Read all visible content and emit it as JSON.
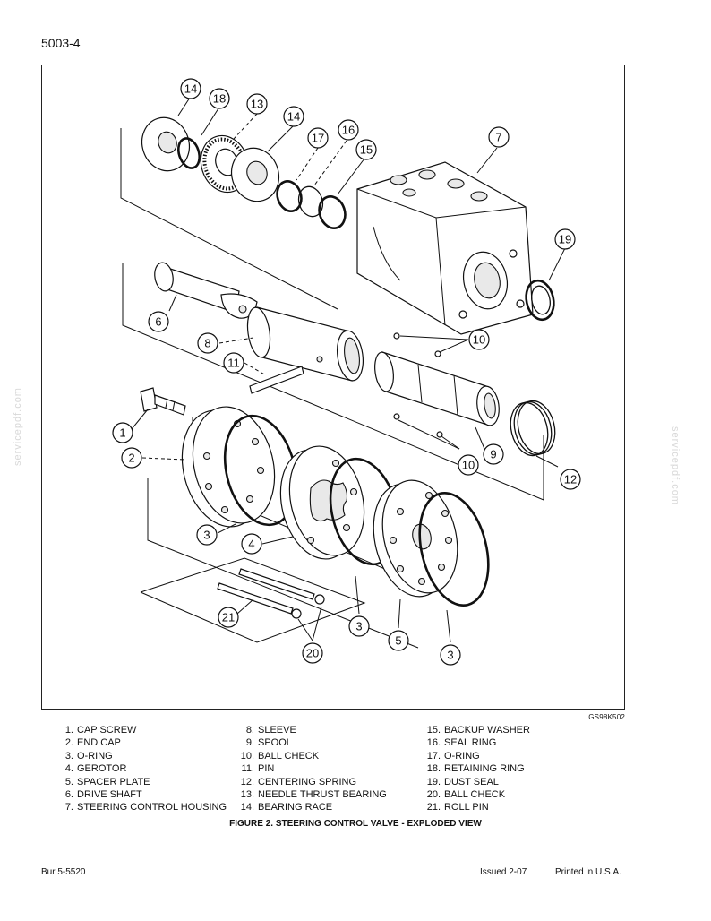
{
  "header": {
    "page_number": "5003-4"
  },
  "figure": {
    "code": "GS98K502",
    "caption": "FIGURE 2. STEERING CONTROL VALVE - EXPLODED VIEW",
    "callouts": [
      "14",
      "18",
      "13",
      "14",
      "17",
      "16",
      "15",
      "7",
      "19",
      "6",
      "8",
      "10",
      "11",
      "1",
      "2",
      "10",
      "9",
      "12",
      "3",
      "4",
      "21",
      "20",
      "3",
      "5",
      "3"
    ]
  },
  "legend": {
    "col1": [
      {
        "num": "1.",
        "label": "CAP SCREW"
      },
      {
        "num": "2.",
        "label": "END CAP"
      },
      {
        "num": "3.",
        "label": "O-RING"
      },
      {
        "num": "4.",
        "label": "GEROTOR"
      },
      {
        "num": "5.",
        "label": "SPACER PLATE"
      },
      {
        "num": "6.",
        "label": "DRIVE SHAFT"
      },
      {
        "num": "7.",
        "label": "STEERING CONTROL HOUSING"
      }
    ],
    "col2": [
      {
        "num": "8.",
        "label": "SLEEVE"
      },
      {
        "num": "9.",
        "label": "SPOOL"
      },
      {
        "num": "10.",
        "label": "BALL CHECK"
      },
      {
        "num": "11.",
        "label": "PIN"
      },
      {
        "num": "12.",
        "label": "CENTERING SPRING"
      },
      {
        "num": "13.",
        "label": "NEEDLE THRUST BEARING"
      },
      {
        "num": "14.",
        "label": "BEARING RACE"
      }
    ],
    "col3": [
      {
        "num": "15.",
        "label": "BACKUP WASHER"
      },
      {
        "num": "16.",
        "label": "SEAL RING"
      },
      {
        "num": "17.",
        "label": "O-RING"
      },
      {
        "num": "18.",
        "label": "RETAINING RING"
      },
      {
        "num": "19.",
        "label": "DUST SEAL"
      },
      {
        "num": "20.",
        "label": "BALL CHECK"
      },
      {
        "num": "21.",
        "label": "ROLL PIN"
      }
    ]
  },
  "footer": {
    "doc_number": "Bur 5-5520",
    "issued": "Issued  2-07",
    "printed": "Printed in U.S.A."
  },
  "watermark": "servicepdf.com"
}
